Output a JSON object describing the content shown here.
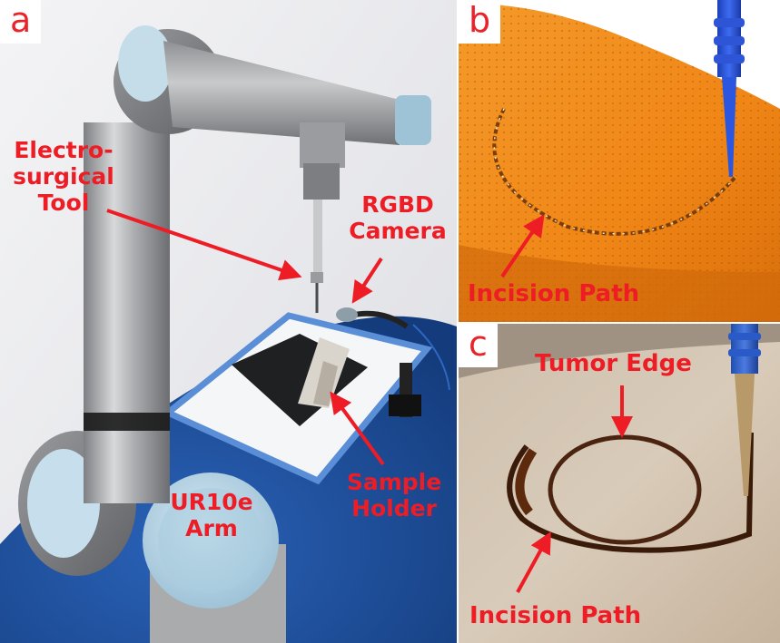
{
  "colors": {
    "label_red": "#ee1c25",
    "panel_letter_red": "#e8242a",
    "tissue_orange": "#f08a1c",
    "tool_blue": "#1e4fd8",
    "robot_blue_base": "#1f4e9a"
  },
  "panel_a": {
    "letter": "a",
    "labels": {
      "tool_line1": "Electro-",
      "tool_line2": "surgical",
      "tool_line3": "Tool",
      "camera_line1": "RGBD",
      "camera_line2": "Camera",
      "holder_line1": "Sample",
      "holder_line2": "Holder",
      "arm_line1": "UR10e",
      "arm_line2": "Arm"
    }
  },
  "panel_b": {
    "letter": "b",
    "incision_label": "Incision Path"
  },
  "panel_c": {
    "letter": "c",
    "tumor_label": "Tumor Edge",
    "incision_label": "Incision Path"
  }
}
